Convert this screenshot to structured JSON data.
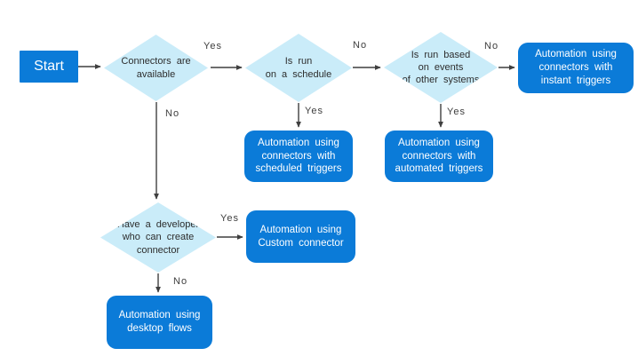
{
  "colors": {
    "canvas_bg": "#ffffff",
    "node_blue": "#0b7bd8",
    "diamond_fill": "#caecf9",
    "line": "#3f3f3f",
    "label_color": "#3e3e3e",
    "text_light": "#ffffff",
    "text_dark": "#2d2d2d"
  },
  "nodes": {
    "start": {
      "label": "Start"
    },
    "d_connectors": {
      "label": "Connectors are\navailable"
    },
    "d_schedule": {
      "label": "Is run\non a schedule"
    },
    "d_events": {
      "label": "Is run based\non events\nof other systems"
    },
    "d_developer": {
      "label": "Have a developer\nwho can create\nconnector"
    },
    "box_scheduled": {
      "label": "Automation using\nconnectors with\nscheduled triggers"
    },
    "box_automated": {
      "label": "Automation using\nconnectors with\nautomated triggers"
    },
    "box_instant": {
      "label": "Automation using\nconnectors with\ninstant triggers"
    },
    "box_custom": {
      "label": "Automation using\nCustom connector"
    },
    "box_desktop": {
      "label": "Automation using\ndesktop flows"
    }
  },
  "edge_labels": {
    "connectors_yes": "Yes",
    "connectors_no": "No",
    "schedule_yes": "Yes",
    "schedule_no": "No",
    "events_yes": "Yes",
    "events_no": "No",
    "developer_yes": "Yes",
    "developer_no": "No"
  }
}
